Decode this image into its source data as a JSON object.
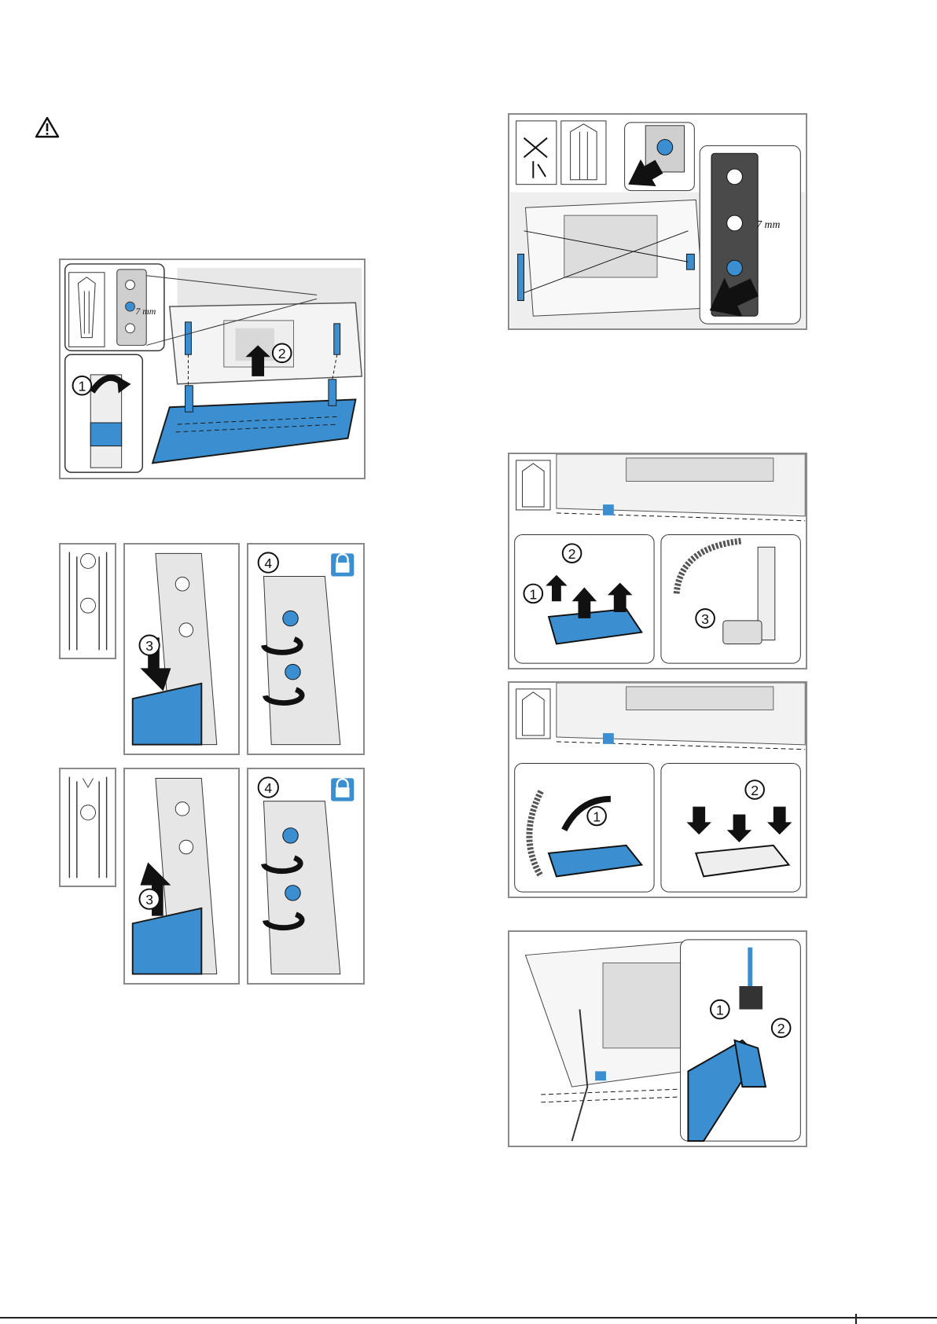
{
  "colors": {
    "accent_blue": "#3b8fd0",
    "frame_grey": "#8a8a8a",
    "line_dark": "#1a1a1a",
    "bg_grey": "#e5e5e5"
  },
  "icons": [
    "warning-triangle-icon",
    "lock-icon",
    "torx-bit-icon",
    "screwdriver-icon"
  ],
  "fig1": {
    "step1": "1",
    "step2": "2",
    "measure": "7 mm"
  },
  "fig2": {
    "step3": "3",
    "step4": "4"
  },
  "fig3": {
    "step3": "3",
    "step4": "4"
  },
  "fig4": {
    "measure": "7 mm"
  },
  "fig5": {
    "step1": "1",
    "step2": "2",
    "step3": "3"
  },
  "fig6": {
    "step1": "1",
    "step2": "2"
  },
  "fig7": {
    "step1": "1",
    "step2": "2"
  }
}
